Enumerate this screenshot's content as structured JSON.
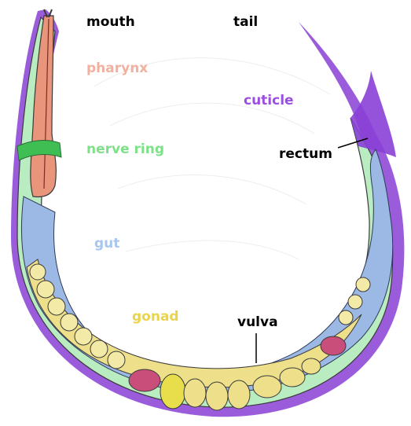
{
  "labels": {
    "mouth": {
      "text": "mouth",
      "color": "#000000"
    },
    "tail": {
      "text": "tail",
      "color": "#000000"
    },
    "pharynx": {
      "text": "pharynx",
      "color": "#f2b0a0"
    },
    "cuticle": {
      "text": "cuticle",
      "color": "#9a4fe0"
    },
    "nerve_ring": {
      "text": "nerve ring",
      "color": "#7fe08a"
    },
    "rectum": {
      "text": "rectum",
      "color": "#000000"
    },
    "gut": {
      "text": "gut",
      "color": "#a9c6ee"
    },
    "gonad": {
      "text": "gonad",
      "color": "#ead44a"
    },
    "vulva": {
      "text": "vulva",
      "color": "#000000"
    }
  },
  "colors": {
    "cuticle": "#8a3fd6",
    "body_wall": "#b9ecc0",
    "pharynx": "#e8957c",
    "gut": "#9cb9e6",
    "gonad": "#eee08a",
    "embryo": "#e8dd4a",
    "germline": "#c94f7a"
  }
}
